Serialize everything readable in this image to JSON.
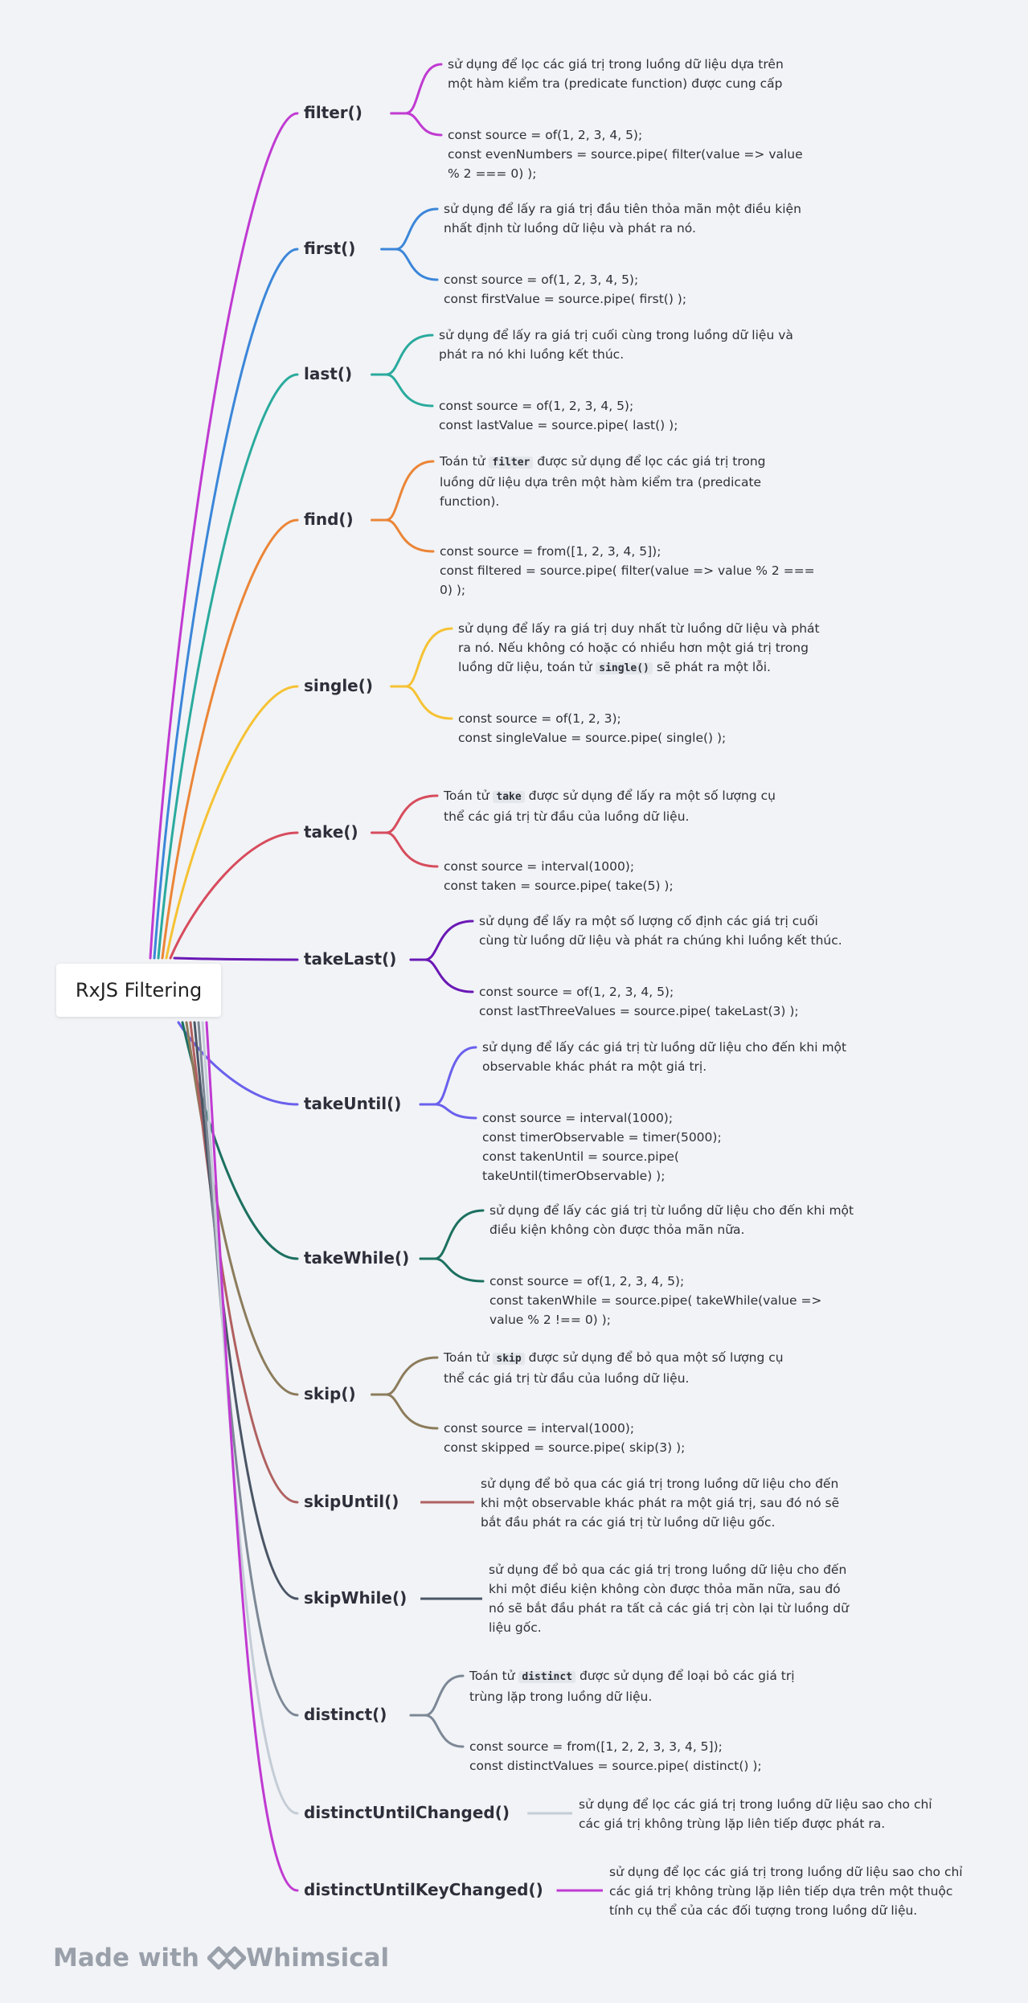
{
  "root": {
    "label": "RxJS Filtering"
  },
  "colors": [
    "#c03ad2",
    "#3b86d9",
    "#2aaa9d",
    "#eb8537",
    "#f6c234",
    "#d74c5d",
    "#6a18b5",
    "#6a60ec",
    "#1c7060",
    "#8c7c5c",
    "#b06060",
    "#4a5565",
    "#7d8896",
    "#c4ccd6",
    "#c03ad2"
  ],
  "nodes": [
    {
      "label": "filter()",
      "texts": [
        [
          "sử dụng để lọc các giá trị trong luồng dữ liệu dựa trên",
          "một hàm kiểm tra (predicate function) được cung cấp"
        ],
        [
          "const source = of(1, 2, 3, 4, 5);",
          "const evenNumbers = source.pipe(   filter(value => value",
          "% 2 === 0) );"
        ]
      ]
    },
    {
      "label": "first()",
      "texts": [
        [
          "sử dụng để lấy ra giá trị đầu tiên thỏa mãn một điều kiện",
          "nhất định từ luồng dữ liệu và phát ra nó."
        ],
        [
          "const source = of(1, 2, 3, 4, 5);",
          "const firstValue = source.pipe(   first() );"
        ]
      ]
    },
    {
      "label": "last()",
      "texts": [
        [
          "sử dụng để lấy ra giá trị cuối cùng trong luồng dữ liệu và",
          "phát ra nó khi luồng kết thúc."
        ],
        [
          "const source = of(1, 2, 3, 4, 5);",
          "const lastValue = source.pipe(   last() );"
        ]
      ]
    },
    {
      "label": "find()",
      "texts": [
        [
          "Toán tử {{filter}} được sử dụng để lọc các giá trị trong",
          "luồng dữ liệu dựa trên một hàm kiểm tra (predicate",
          "function)."
        ],
        [
          "const source = from([1, 2, 3, 4, 5]);",
          "const filtered = source.pipe(   filter(value => value % 2 ===",
          "0) );"
        ]
      ]
    },
    {
      "label": "single()",
      "texts": [
        [
          "sử dụng để lấy ra giá trị duy nhất từ luồng dữ liệu và phát",
          "ra nó. Nếu không có hoặc có nhiều hơn một giá trị trong",
          "luồng dữ liệu, toán tử {{single()}} sẽ phát ra một lỗi."
        ],
        [
          "const source = of(1, 2, 3);",
          "const singleValue = source.pipe(   single() );"
        ]
      ]
    },
    {
      "label": "take()",
      "texts": [
        [
          "Toán tử {{take}} được sử dụng để lấy ra một số lượng cụ",
          "thể các giá trị từ đầu của luồng dữ liệu."
        ],
        [
          "const source = interval(1000);",
          "const taken = source.pipe(   take(5) );"
        ]
      ]
    },
    {
      "label": "takeLast()",
      "texts": [
        [
          "sử dụng để lấy ra một số lượng cố định các giá trị cuối",
          "cùng từ luồng dữ liệu và phát ra chúng khi luồng kết thúc."
        ],
        [
          "const source = of(1, 2, 3, 4, 5);",
          "const lastThreeValues = source.pipe(   takeLast(3) );"
        ]
      ]
    },
    {
      "label": "takeUntil()",
      "texts": [
        [
          "sử dụng để lấy các giá trị từ luồng dữ liệu cho đến khi một",
          "observable khác phát ra một giá trị."
        ],
        [
          "const source = interval(1000);",
          "const timerObservable = timer(5000);",
          "const takenUntil = source.pipe(",
          "takeUntil(timerObservable) );"
        ]
      ]
    },
    {
      "label": "takeWhile()",
      "texts": [
        [
          "sử dụng để lấy các giá trị từ luồng dữ liệu cho đến khi một",
          "điều kiện không còn được thỏa mãn nữa."
        ],
        [
          "const source = of(1, 2, 3, 4, 5);",
          "const takenWhile = source.pipe(   takeWhile(value =>",
          "value % 2 !== 0) );"
        ]
      ]
    },
    {
      "label": "skip()",
      "texts": [
        [
          "Toán tử {{skip}} được sử dụng để bỏ qua một số lượng cụ",
          "thể các giá trị từ đầu của luồng dữ liệu."
        ],
        [
          "const source = interval(1000);",
          "const skipped = source.pipe(   skip(3) );"
        ]
      ]
    },
    {
      "label": "skipUntil()",
      "texts": [
        [
          "sử dụng để bỏ qua các giá trị trong luồng dữ liệu cho đến",
          "khi một observable khác phát ra một giá trị, sau đó nó sẽ",
          "bắt đầu phát ra các giá trị từ luồng dữ liệu gốc."
        ]
      ]
    },
    {
      "label": "skipWhile()",
      "texts": [
        [
          "sử dụng để bỏ qua các giá trị trong luồng dữ liệu cho đến",
          "khi một điều kiện không còn được thỏa mãn nữa, sau đó",
          "nó sẽ bắt đầu phát ra tất cả các giá trị còn lại từ luồng dữ",
          "liệu gốc."
        ]
      ]
    },
    {
      "label": "distinct()",
      "texts": [
        [
          "Toán tử {{distinct}} được sử dụng để loại bỏ các giá trị",
          "trùng lặp trong luồng dữ liệu."
        ],
        [
          "const source = from([1, 2, 2, 3, 3, 4, 5]);",
          "const distinctValues = source.pipe(   distinct() );"
        ]
      ]
    },
    {
      "label": "distinctUntilChanged()",
      "texts": [
        [
          "sử dụng để lọc các giá trị trong luồng dữ liệu sao cho chỉ",
          "các giá trị không trùng lặp liên tiếp được phát ra."
        ]
      ]
    },
    {
      "label": "distinctUntilKeyChanged()",
      "texts": [
        [
          "sử dụng để lọc các giá trị trong luồng dữ liệu sao cho chỉ",
          "các giá trị không trùng lặp liên tiếp dựa trên một thuộc",
          "tính cụ thể của các đối tượng trong luồng dữ liệu."
        ]
      ]
    }
  ],
  "footer": {
    "made_with": "Made with",
    "brand": "Whimsical"
  }
}
